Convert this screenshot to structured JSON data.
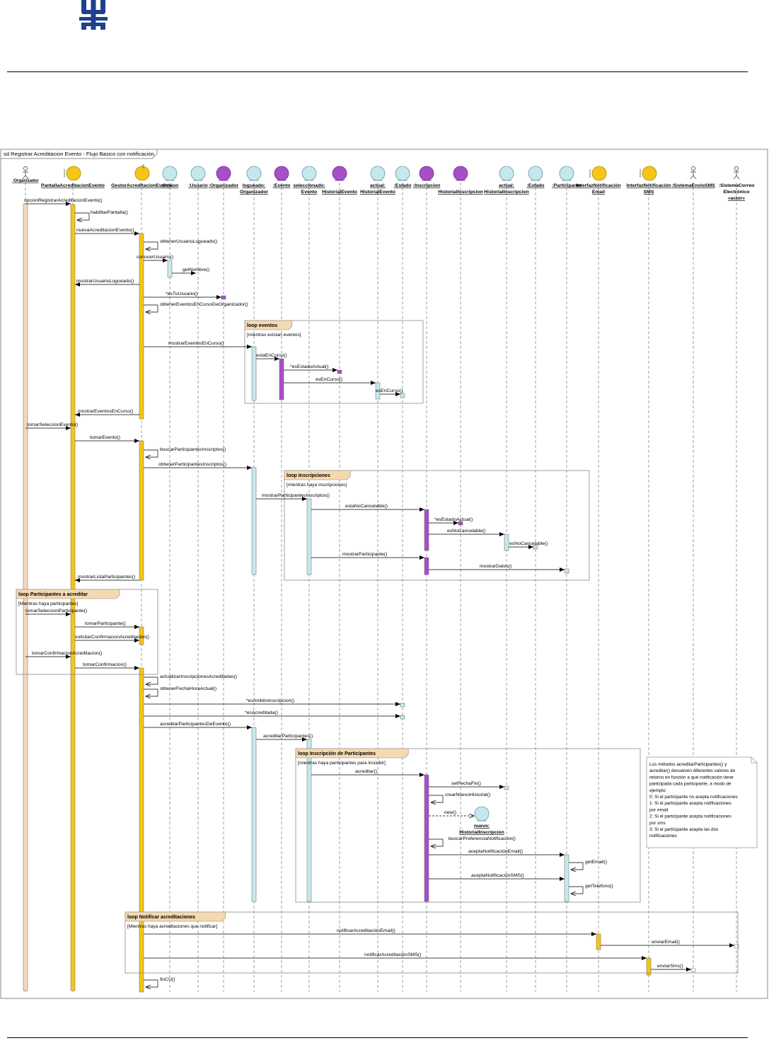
{
  "frame_title": "sd Registrar Acreditacion Evento - Flujo Basico con notificación",
  "colors": {
    "control": "#F5C518",
    "entity_cyan": "#C6E8EC",
    "entity_purple": "#A64FC9",
    "actor_activation": "#F6D7B8",
    "fragment_header": "#F5D9B0",
    "frame_border": "#8A8A8A",
    "lifeline": "#777777"
  },
  "lifelines": [
    {
      "id": "org",
      "kind": "actor",
      "label": [
        ":Organizador"
      ]
    },
    {
      "id": "pant",
      "kind": "boundary",
      "label": [
        "PantallaAcreditacionEvento"
      ]
    },
    {
      "id": "gest",
      "kind": "control",
      "label": [
        "GestorAcreditacionEvento"
      ]
    },
    {
      "id": "ses",
      "kind": "entity",
      "label": [
        ":Sesion"
      ]
    },
    {
      "id": "usu",
      "kind": "entity",
      "label": [
        ":Usuario"
      ]
    },
    {
      "id": "uorg",
      "kind": "entity_purple",
      "label": [
        ":Organizador"
      ]
    },
    {
      "id": "log",
      "kind": "entity",
      "label": [
        "logueado:",
        "Organizador"
      ]
    },
    {
      "id": "evt",
      "kind": "entity_purple",
      "label": [
        ":Evento"
      ]
    },
    {
      "id": "sel",
      "kind": "entity",
      "label": [
        "seleccionado:",
        "Evento"
      ]
    },
    {
      "id": "hev",
      "kind": "entity_purple",
      "label": [
        "",
        "HistorialEvento"
      ]
    },
    {
      "id": "ahev",
      "kind": "entity",
      "label": [
        "actual:",
        "HistorialEvento"
      ]
    },
    {
      "id": "est",
      "kind": "entity",
      "label": [
        ":Estado"
      ]
    },
    {
      "id": "ins",
      "kind": "entity_purple",
      "label": [
        ":Inscripcion"
      ]
    },
    {
      "id": "hins",
      "kind": "entity_purple",
      "label": [
        "",
        "HistorialInscripcion"
      ]
    },
    {
      "id": "ahins",
      "kind": "entity",
      "label": [
        "actual:",
        "HistorialInscripcion"
      ]
    },
    {
      "id": "est2",
      "kind": "entity",
      "label": [
        ":Estado"
      ]
    },
    {
      "id": "par",
      "kind": "entity",
      "label": [
        ":Participante"
      ]
    },
    {
      "id": "ime",
      "kind": "boundary",
      "label": [
        "InterfazNotificación",
        "Email"
      ]
    },
    {
      "id": "ims",
      "kind": "boundary",
      "label": [
        "InterfazNotificación",
        "SMS"
      ]
    },
    {
      "id": "sms",
      "kind": "actor",
      "label": [
        ":SistemaEnvioSMS"
      ]
    },
    {
      "id": "mail",
      "kind": "actor",
      "label": [
        ":SistemaCorreo",
        "Electrónico",
        "«actor»"
      ]
    }
  ],
  "messages": [
    {
      "from": "org",
      "to": "pant",
      "label": "opcionRegistrarAcreditacionEvento()"
    },
    {
      "from": "pant",
      "to": "pant",
      "label": "habilitarPantalla()"
    },
    {
      "from": "pant",
      "to": "gest",
      "label": "nuevaAcreditacionEvento()"
    },
    {
      "from": "gest",
      "to": "gest",
      "label": "obtenerUsuarioLogueado()"
    },
    {
      "from": "gest",
      "to": "ses",
      "label": "conocerUsuario()"
    },
    {
      "from": "ses",
      "to": "usu",
      "label": "getNombre()"
    },
    {
      "from": "gest",
      "to": "pant",
      "label": "mostrarUsuarioLogueado()"
    },
    {
      "from": "gest",
      "to": "uorg",
      "label": "*esTuUsuario()"
    },
    {
      "from": "gest",
      "to": "gest",
      "label": "obtenerEventosEnCursoDeOrganizador()"
    },
    {
      "from": "gest",
      "to": "log",
      "label": "mostrarEventosEnCurso()"
    },
    {
      "from": "log",
      "to": "evt",
      "label": "estaEnCurso()"
    },
    {
      "from": "evt",
      "to": "hev",
      "label": "*esEstadoActual()"
    },
    {
      "from": "evt",
      "to": "ahev",
      "label": "esEnCurso()"
    },
    {
      "from": "ahev",
      "to": "est",
      "label": "esEnCurso()"
    },
    {
      "from": "gest",
      "to": "pant",
      "label": "mostrarEventosEnCurso()"
    },
    {
      "from": "org",
      "to": "pant",
      "label": "tomarSeleccionEvento()"
    },
    {
      "from": "pant",
      "to": "gest",
      "label": "tomarEvento()"
    },
    {
      "from": "gest",
      "to": "gest",
      "label": "buscarParticipantesInscriptos()"
    },
    {
      "from": "gest",
      "to": "log",
      "label": "obtenerParticipantesInscriptos()"
    },
    {
      "from": "log",
      "to": "sel",
      "label": "mostrarParticipantesInscriptos()"
    },
    {
      "from": "sel",
      "to": "ins",
      "label": "estaNoCancelable()"
    },
    {
      "from": "ins",
      "to": "hins",
      "label": "*esEstadoActual()"
    },
    {
      "from": "ins",
      "to": "ahins",
      "label": "esNoCancelable()"
    },
    {
      "from": "ahins",
      "to": "est2",
      "label": "esNoCancelable()"
    },
    {
      "from": "sel",
      "to": "ins",
      "label": "mostrarParticipante()"
    },
    {
      "from": "ins",
      "to": "par",
      "label": "mostrarDatos()"
    },
    {
      "from": "gest",
      "to": "pant",
      "label": "mostrarListaParticipantes()"
    },
    {
      "from": "org",
      "to": "pant",
      "label": "tomarSeleccionParticipante()"
    },
    {
      "from": "pant",
      "to": "gest",
      "label": "tomarParticipante()"
    },
    {
      "from": "pant",
      "to": "gest",
      "label": "solicitarConfirmacionAcreditacion()"
    },
    {
      "from": "org",
      "to": "pant",
      "label": "tomarConfirmacionAcreditacion()"
    },
    {
      "from": "pant",
      "to": "gest",
      "label": "tomarConfirmacion()"
    },
    {
      "from": "gest",
      "to": "gest",
      "label": "actualizarInscripcionesAcreditadas()"
    },
    {
      "from": "gest",
      "to": "gest",
      "label": "obtenerFechaHoraActual()"
    },
    {
      "from": "gest",
      "to": "est",
      "label": "*esAmbitoInscripcion()"
    },
    {
      "from": "gest",
      "to": "est",
      "label": "*esAcreditada()"
    },
    {
      "from": "gest",
      "to": "log",
      "label": "acreditarParticipantesDeEvento()"
    },
    {
      "from": "log",
      "to": "sel",
      "label": "acreditarParticipantes()"
    },
    {
      "from": "sel",
      "to": "ins",
      "label": "acreditar()"
    },
    {
      "from": "ins",
      "to": "ahins",
      "label": "setFechaFin()"
    },
    {
      "from": "ins",
      "to": "ins",
      "label": "crearNuevoHistorial()"
    },
    {
      "from": "ins",
      "to": "nuevo",
      "label": "new()"
    },
    {
      "from": "ins",
      "to": "ins",
      "label": "buscarPreferenciaNotificación()"
    },
    {
      "from": "ins",
      "to": "par",
      "label": "aceptaNotificaciónEmail()"
    },
    {
      "from": "par",
      "to": "par",
      "label": "getEmail()"
    },
    {
      "from": "ins",
      "to": "par",
      "label": "aceptaNotificaciónSMS()"
    },
    {
      "from": "par",
      "to": "par",
      "label": "getTelefono()"
    },
    {
      "from": "gest",
      "to": "ime",
      "label": "notificarAcreditaciónEmail()"
    },
    {
      "from": "ime",
      "to": "mail",
      "label": "enviarEmail()"
    },
    {
      "from": "gest",
      "to": "ims",
      "label": "notificarAcreditaciónSMS()"
    },
    {
      "from": "ims",
      "to": "sms",
      "label": "enviarSms()"
    },
    {
      "from": "gest",
      "to": "gest",
      "label": "finCU()"
    }
  ],
  "fragments": [
    {
      "title": "loop eventos",
      "guard": "[mientras existan eventos]"
    },
    {
      "title": "loop Inscripciones",
      "guard": "[mientras haya inscripciones]"
    },
    {
      "title": "loop Participantes a acreditar",
      "guard": "[Mientras haya participantes]"
    },
    {
      "title": "loop Inscripción de Participantes",
      "guard": "[mientras haya participantes para inscribir]"
    },
    {
      "title": "loop Notificar acreditaciones",
      "guard": "[Mientras haya acreditaciones que notificar]"
    }
  ],
  "created_object": {
    "label": [
      "nuevo:",
      "HistorialInscripcion"
    ]
  },
  "note": {
    "lines": [
      "Los métodos acreditarParticipantes() y",
      "acreditar() devuelven diferentes valores de",
      "retorno en función a qué notificación tiene",
      "participada cada participante, a modo de",
      "ejemplo:",
      "0: Si el participante no acepta notificaciones",
      "1: Si el participante acepta notificaciones",
      "por email",
      "2: Si el participante acepta notificaciones",
      "por sms",
      "3: Si el participante acepta las dos",
      "notificaciones"
    ]
  }
}
